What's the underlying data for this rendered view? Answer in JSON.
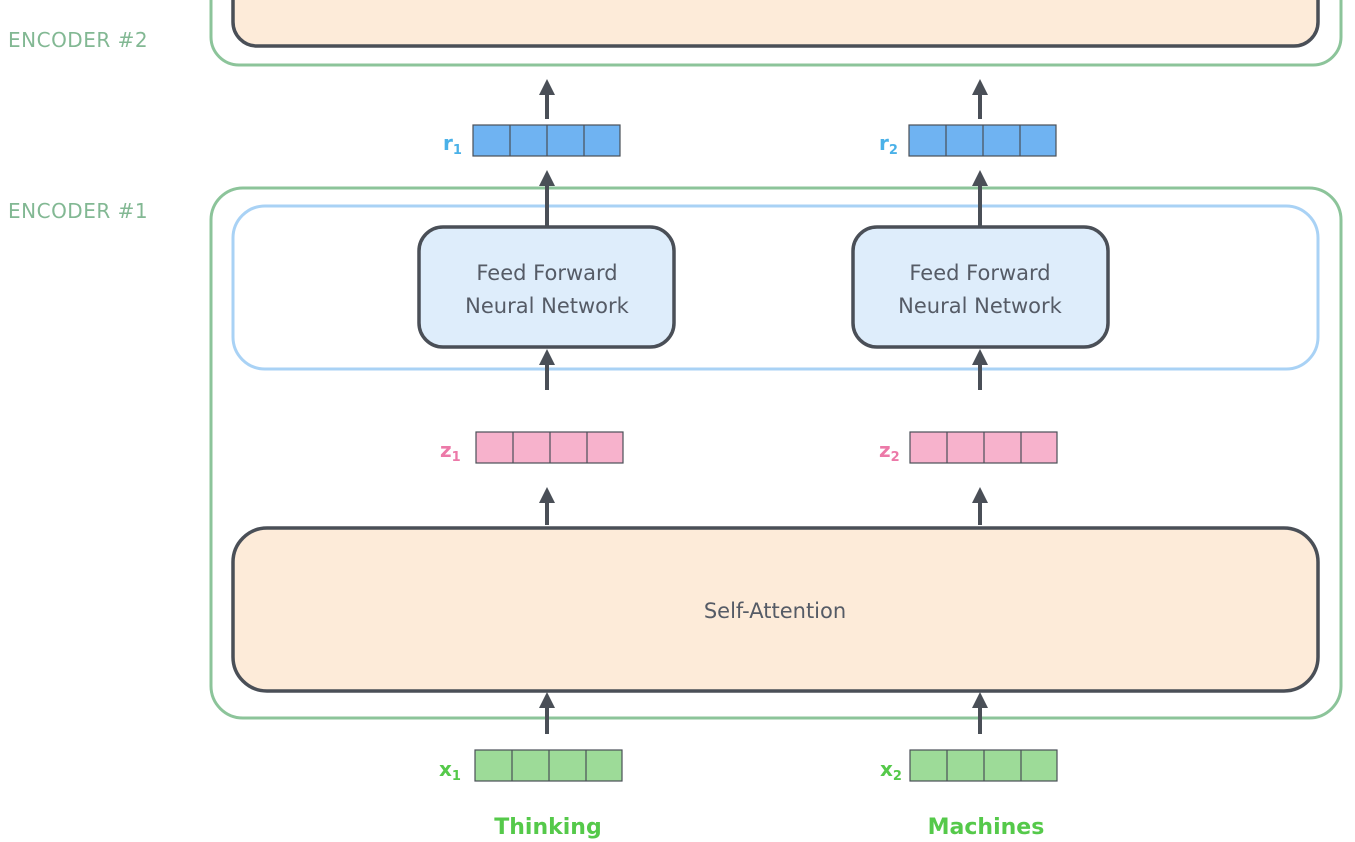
{
  "encoders": {
    "top_label": "ENCODER #2",
    "bottom_label": "ENCODER #1"
  },
  "ffnn": {
    "line1": "Feed Forward",
    "line2": "Neural Network"
  },
  "self_attention": {
    "label": "Self-Attention"
  },
  "vectors": {
    "r": [
      "r",
      "r"
    ],
    "z": [
      "z",
      "z"
    ],
    "x": [
      "x",
      "x"
    ],
    "subscripts": [
      "1",
      "2"
    ]
  },
  "words": [
    "Thinking",
    "Machines"
  ],
  "colors": {
    "encoder_border": "#8cc49a",
    "ffnn_group_border": "#a9d2f5",
    "ffnn_fill": "#deedfb",
    "self_attention_fill": "#fdebd9",
    "box_border": "#4a4f57",
    "r_fill": "#6fb3f2",
    "z_fill": "#f7b2cc",
    "x_fill": "#9ddb98",
    "r_label": "#4ab1e8",
    "z_label": "#ec79a8",
    "x_label": "#55c94a",
    "arrow": "#4a4f57"
  }
}
